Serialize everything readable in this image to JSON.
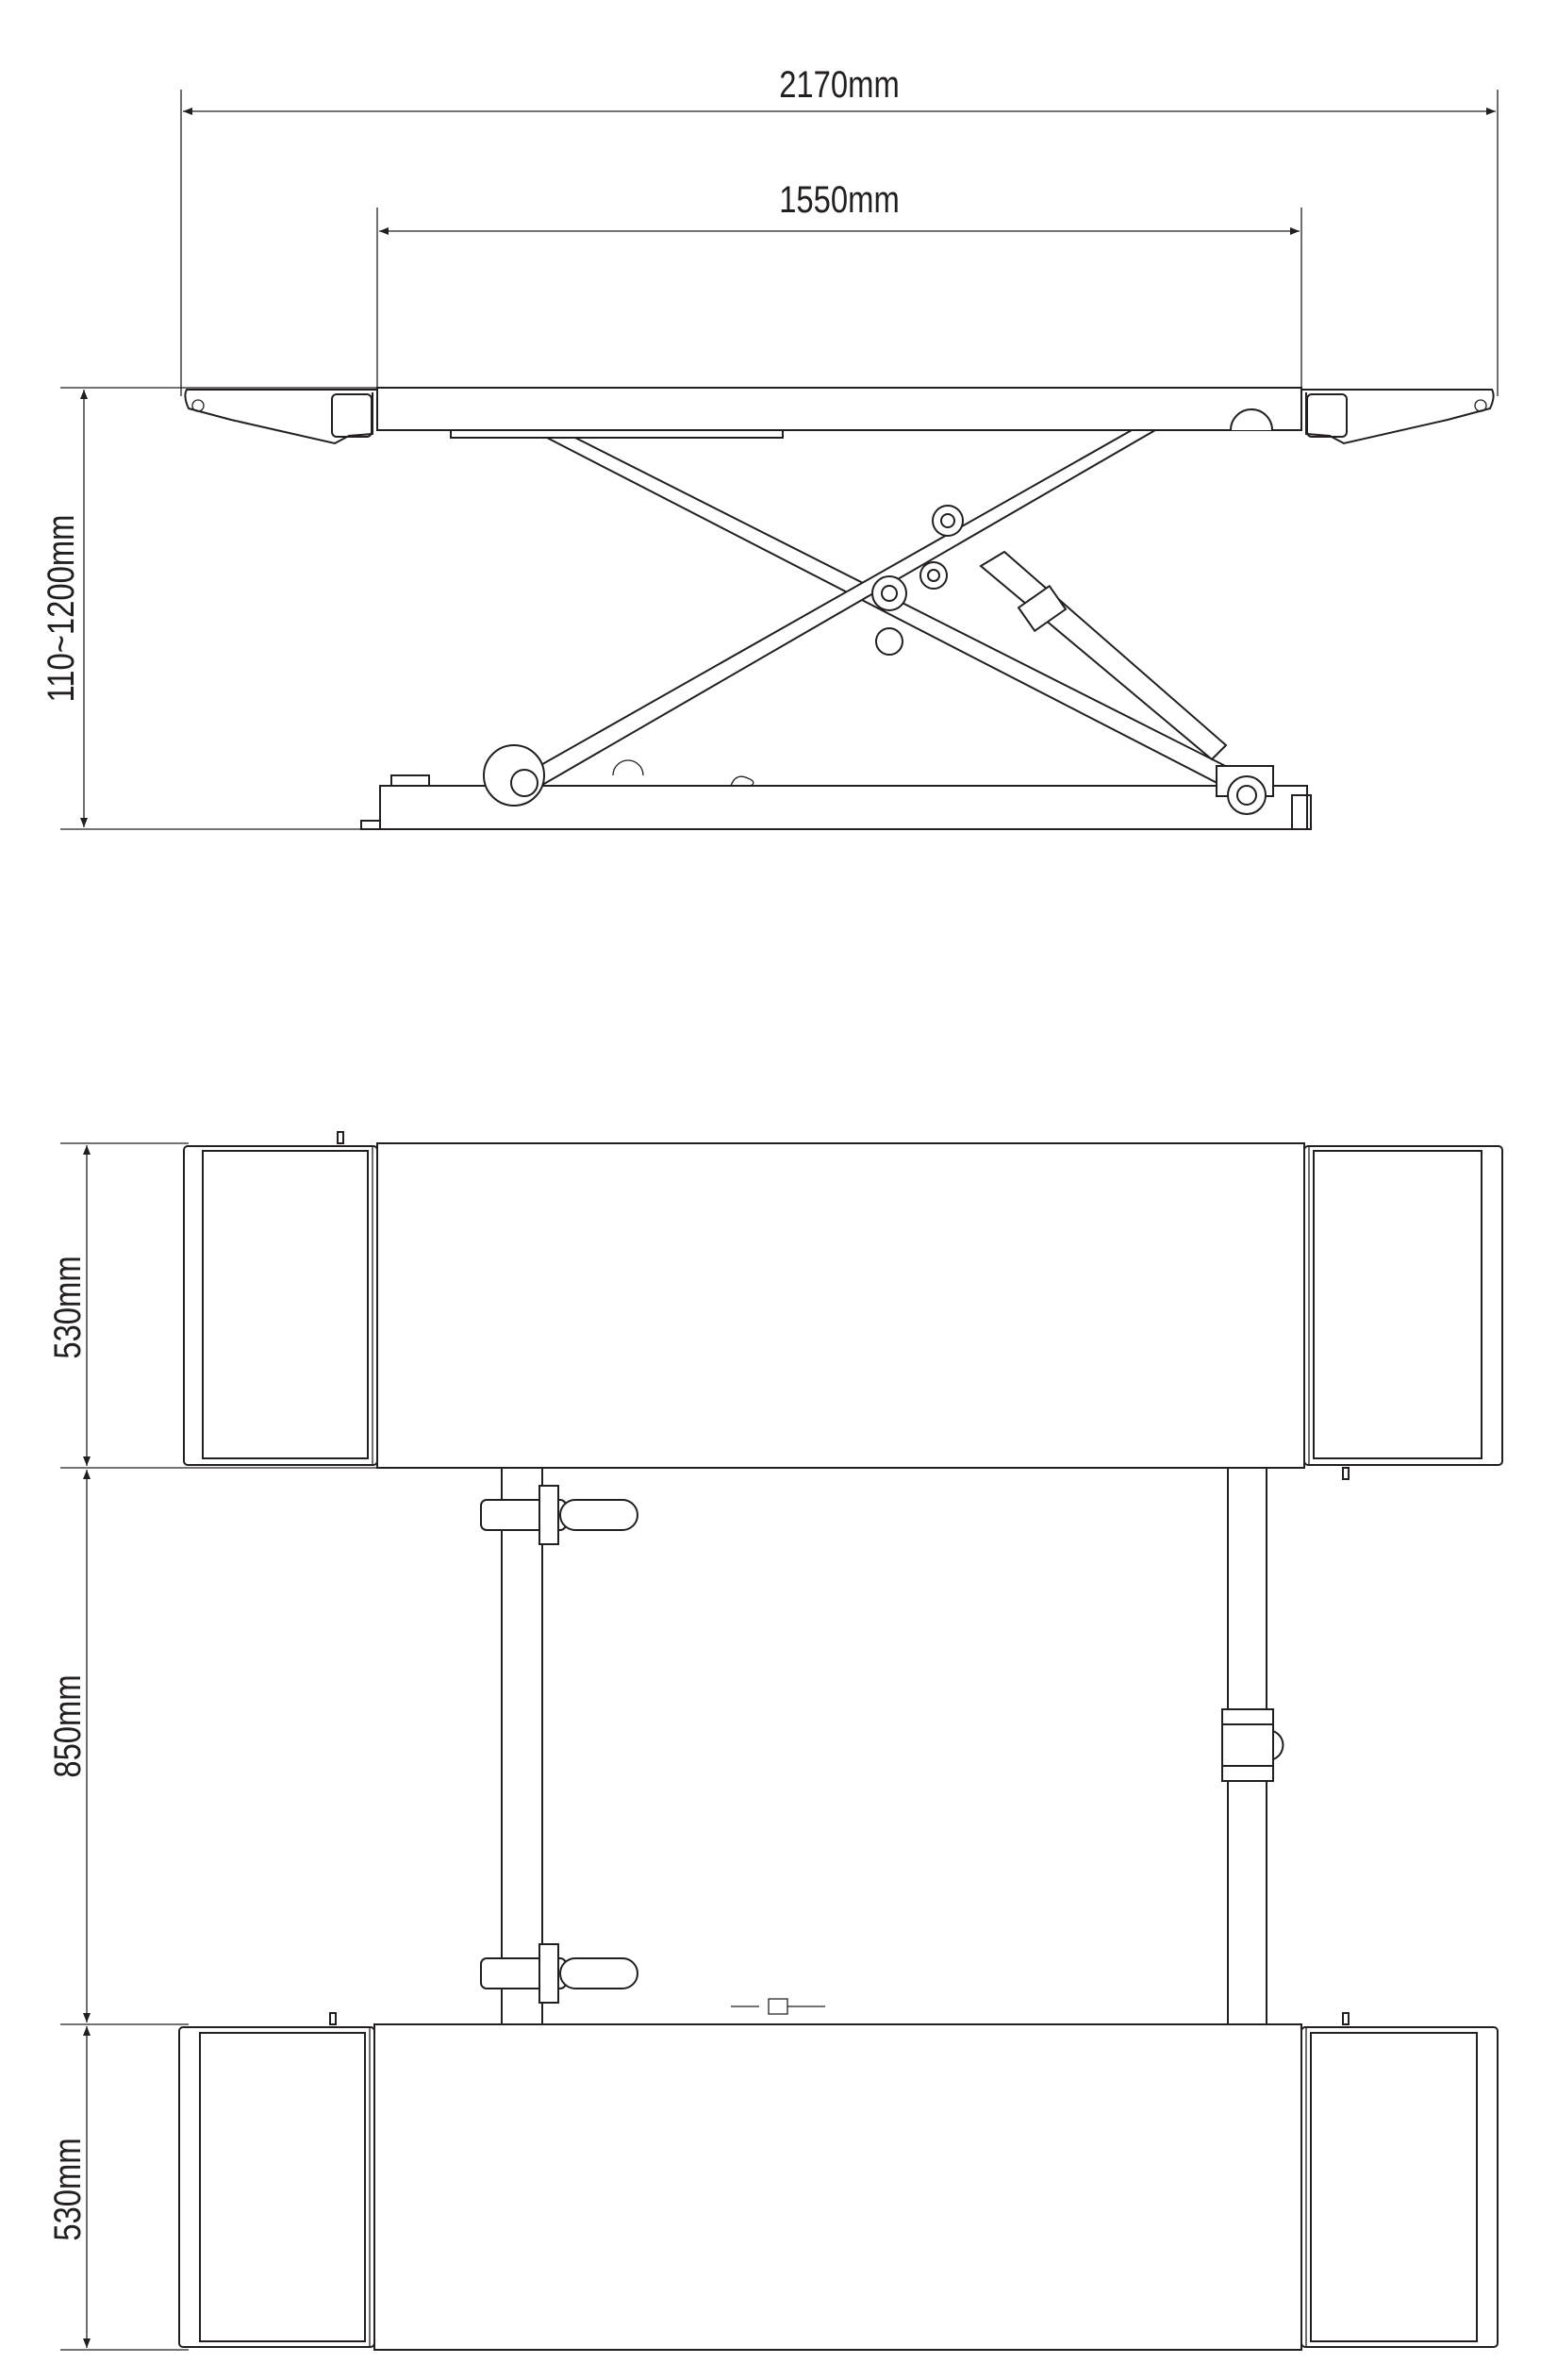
{
  "dimensions": {
    "overall_length": "2170mm",
    "platform_length": "1550mm",
    "height_range": "110~1200mm",
    "runway_width_top": "530mm",
    "runway_gap": "850mm",
    "runway_width_bottom": "530mm"
  },
  "colors": {
    "line": "#231f20",
    "background": "#ffffff"
  }
}
